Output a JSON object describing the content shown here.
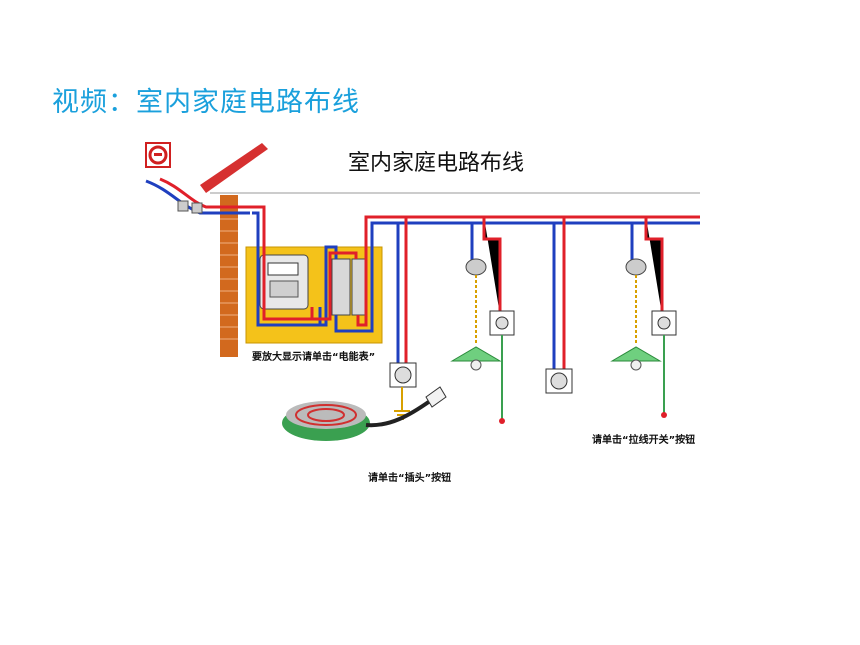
{
  "slide": {
    "title": "视频：室内家庭电路布线"
  },
  "diagram": {
    "heading": "室内家庭电路布线",
    "captions": {
      "meter": "要放大显示请单击“电能表”",
      "plug": "请单击“插头”按钮",
      "pull_switch": "请单击“拉线开关”按钮"
    },
    "colors": {
      "live_wire": "#e0202a",
      "neutral_wire": "#1f3fbf",
      "earth_wire": "#d8a000",
      "panel": "#f4c21a",
      "brick": "#d2691e",
      "lamp_shade": "#6fcf7f"
    }
  }
}
